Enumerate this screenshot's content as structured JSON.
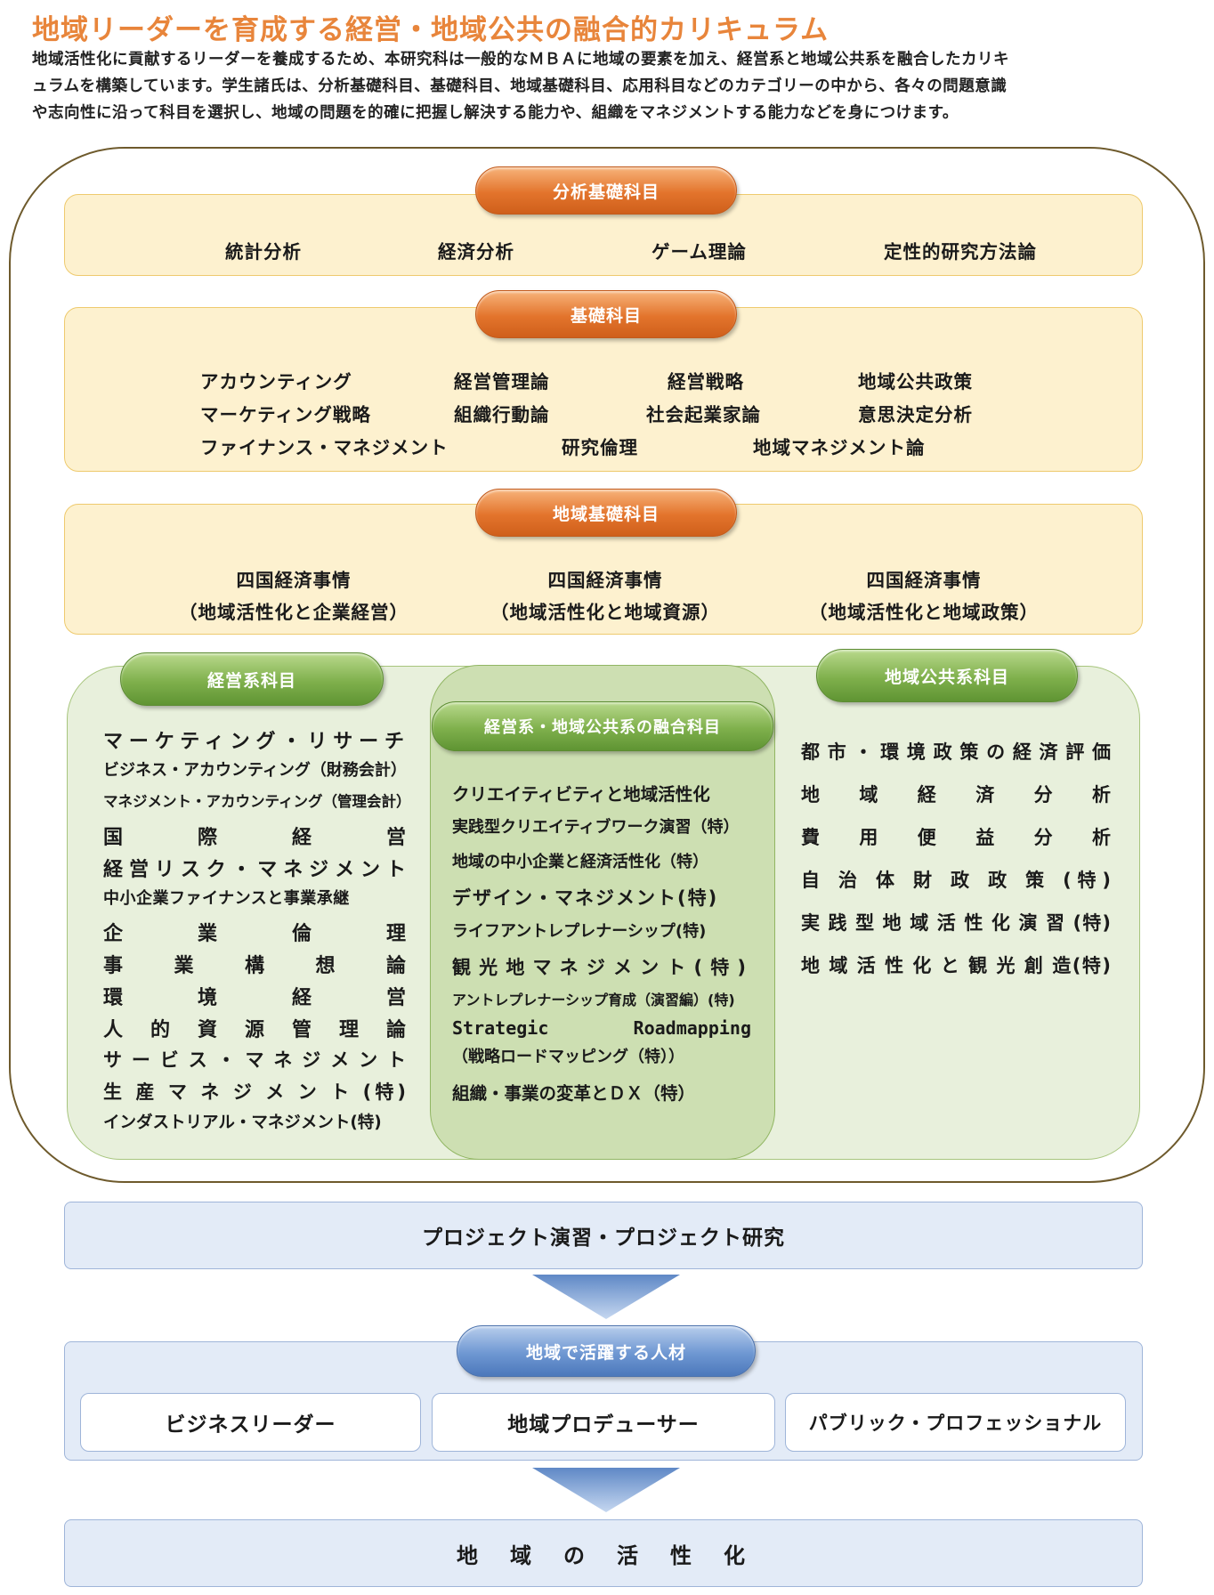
{
  "title": "地域リーダーを育成する経営・地域公共の融合的カリキュラム",
  "intro": [
    "地域活性化に貢献するリーダーを養成するため、本研究科は一般的なＭＢＡに地域の要素を加え、経営系と地域公共系を融合したカリキ",
    "ュラムを構築しています。学生諸氏は、分析基礎科目、基礎科目、地域基礎科目、応用科目などのカテゴリーの中から、各々の問題意識",
    "や志向性に沿って科目を選択し、地域の問題を的確に把握し解決する能力や、組織をマネジメントする能力などを身につけます。"
  ],
  "analysis": {
    "label": "分析基礎科目",
    "items": [
      "統計分析",
      "経済分析",
      "ゲーム理論",
      "定性的研究方法論"
    ]
  },
  "basic": {
    "label": "基礎科目",
    "items": [
      "アカウンティング",
      "経営管理論",
      "経営戦略",
      "地域公共政策",
      "マーケティング戦略",
      "組織行動論",
      "社会起業家論",
      "意思決定分析",
      "ファイナンス・マネジメント",
      "研究倫理",
      "地域マネジメント論"
    ]
  },
  "regional_basic": {
    "label": "地域基礎科目",
    "items": [
      {
        "name": "四国経済事情",
        "sub": "（地域活性化と企業経営）"
      },
      {
        "name": "四国経済事情",
        "sub": "（地域活性化と地域資源）"
      },
      {
        "name": "四国経済事情",
        "sub": "（地域活性化と地域政策）"
      }
    ]
  },
  "management": {
    "label": "経営系科目",
    "items": [
      "マーケティング・リサーチ",
      "ビジネス・アカウンティング（財務会計）",
      "マネジメント・アカウンティング（管理会計）",
      "国　際　経　営",
      "経営リスク・マネジメント",
      "中小企業ファイナンスと事業承継",
      "企　業　倫　理",
      "事　業　構　想　論",
      "環　境　経　営",
      "人　的　資　源　管　理　論",
      "サ ー ビ ス ・ マ ネ ジ メ ン ト",
      "生 産 マ ネ ジ メ ン ト (特)",
      "インダストリアル・マネジメント(特)"
    ]
  },
  "fusion": {
    "label": "経営系・地域公共系の融合科目",
    "items": [
      "クリエイティビティと地域活性化",
      "実践型クリエイティブワーク演習（特）",
      "地域の中小企業と経済活性化（特）",
      "デザイン・マネジメント(特)",
      "ライフアントレプレナーシップ(特)",
      "観光地マネジメント(特)",
      "アントレプレナーシップ育成（演習編）(特)",
      "Strategic Roadmapping",
      "（戦略ロードマッピング（特））",
      "組織・事業の変革とＤＸ（特）"
    ]
  },
  "public": {
    "label": "地域公共系科目",
    "items": [
      "都 市 ・ 環 境 政 策 の 経 済 評 価",
      "地　域　経　済　分　析",
      "費　用　便　益　分　析",
      "自 治 体 財 政 政 策 (特)",
      "実 践 型 地 域 活 性 化 演 習 (特)",
      "地 域 活 性 化 と 観 光 創 造(特)"
    ]
  },
  "project": "プロジェクト演習・プロジェクト研究",
  "talent": {
    "label": "地域で活躍する人材",
    "items": [
      "ビジネスリーダー",
      "地域プロデューサー",
      "パブリック・プロフェッショナル"
    ]
  },
  "goal": "地　域　の　活　性　化",
  "colors": {
    "title": "#e8853b",
    "orange_band": "#fdf1cf",
    "green_band": "#e8f0dc",
    "green_mid": "#cddfb2",
    "blue_band": "#e3ebf7"
  }
}
